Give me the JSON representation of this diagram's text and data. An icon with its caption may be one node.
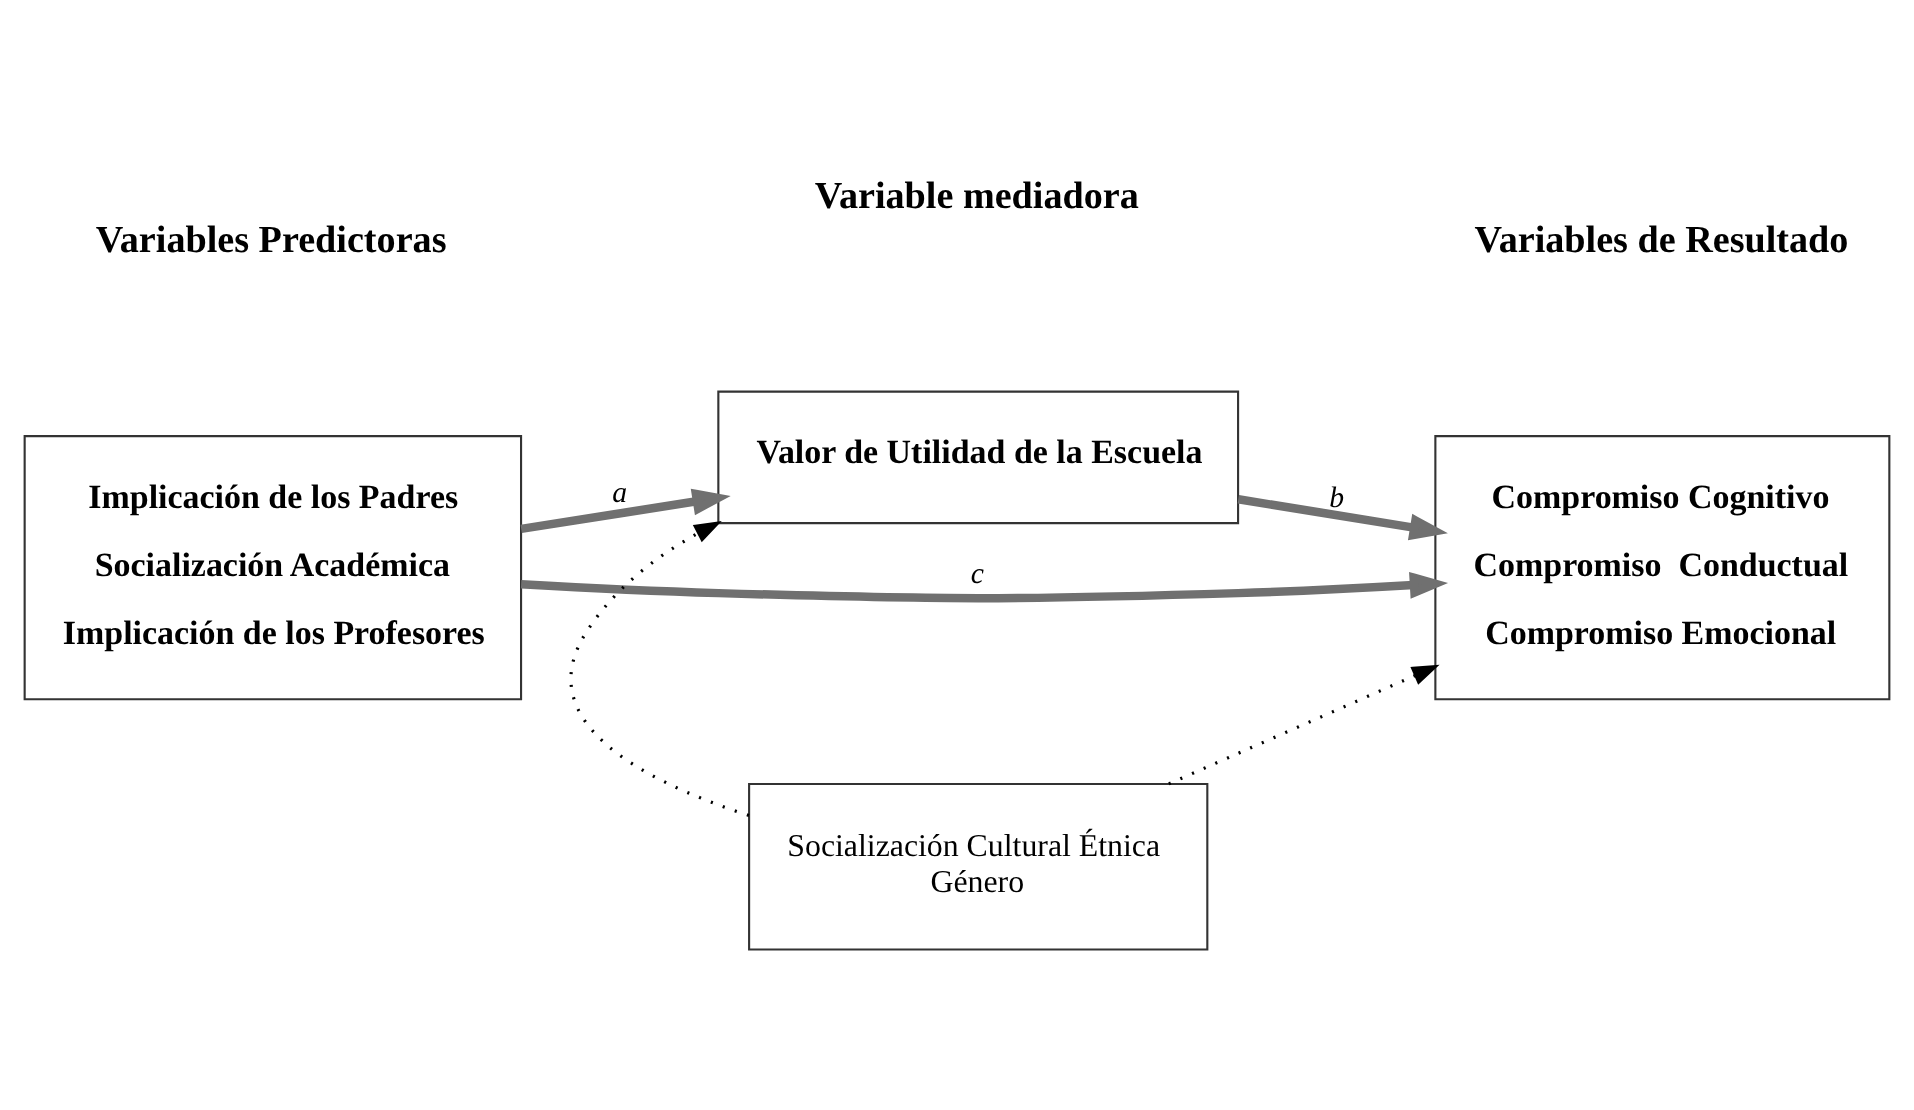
{
  "diagram": {
    "nodes": [
      {
        "text": [
          "Implicación de los Padres",
          "Socialización Académica",
          "Implicación de los Profesores"
        ]
      },
      {
        "text": [
          "Valor de Utilidad de la Escuela"
        ]
      },
      {
        "text": [
          "Compromiso Cognitivo",
          "Compromiso  Conductual",
          "Compromiso Emocional"
        ]
      },
      {
        "text": [
          "Socialización Cultural Étnica",
          "Género"
        ]
      }
    ],
    "edges": [
      {
        "from": 0,
        "to": 2,
        "arrow": "to",
        "label": "c"
      },
      {
        "from": 0,
        "to": 1,
        "arrow": "to",
        "label": "a"
      },
      {
        "from": 1,
        "to": 2,
        "arrow": "to",
        "label": "b"
      },
      {
        "from": 3,
        "to": 1,
        "arrow": "to",
        "style": "dashed",
        "color": "#000000"
      },
      {
        "from": 3,
        "to": 2,
        "arrow": "to",
        "style": "dashed",
        "color": "#000000"
      }
    ],
    "labels": [
      "Variables Predictoras",
      "Variable mediadora",
      "Variables de Resultado"
    ]
  }
}
